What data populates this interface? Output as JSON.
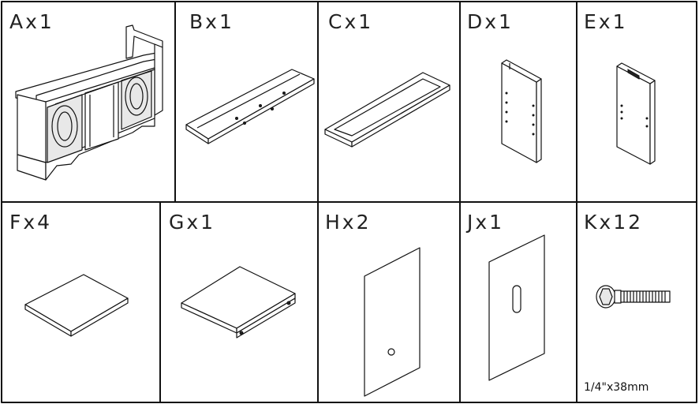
{
  "parts": [
    {
      "id": "A",
      "label": "Ax1",
      "icon": "cabinet-frame-icon"
    },
    {
      "id": "B",
      "label": "Bx1",
      "icon": "bottom-panel-icon"
    },
    {
      "id": "C",
      "label": "Cx1",
      "icon": "top-panel-icon"
    },
    {
      "id": "D",
      "label": "Dx1",
      "icon": "side-panel-icon"
    },
    {
      "id": "E",
      "label": "Ex1",
      "icon": "side-panel-icon"
    },
    {
      "id": "F",
      "label": "Fx4",
      "icon": "shelf-icon"
    },
    {
      "id": "G",
      "label": "Gx1",
      "icon": "shelf-with-lip-icon"
    },
    {
      "id": "H",
      "label": "Hx2",
      "icon": "back-panel-icon"
    },
    {
      "id": "J",
      "label": "Jx1",
      "icon": "slotted-back-panel-icon"
    },
    {
      "id": "K",
      "label": "Kx12",
      "icon": "bolt-icon",
      "note": "1/4\"x38mm"
    }
  ]
}
